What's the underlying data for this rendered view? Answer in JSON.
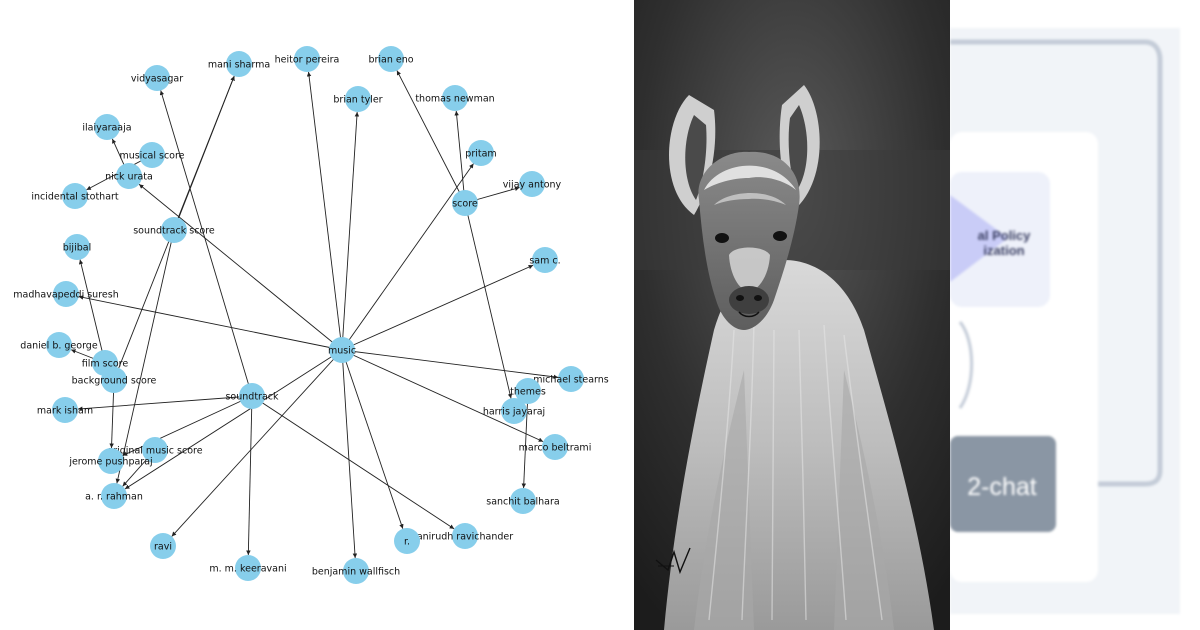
{
  "graph": {
    "node_color": "#87ceeb",
    "edge_color": "#222222",
    "nodes": [
      {
        "id": "music",
        "label": "music"
      },
      {
        "id": "soundtrack",
        "label": "soundtrack"
      },
      {
        "id": "score",
        "label": "score"
      },
      {
        "id": "soundtrack_score",
        "label": "soundtrack  score"
      },
      {
        "id": "vidyasagar",
        "label": "vidyasagar"
      },
      {
        "id": "mani_sharma",
        "label": "mani sharma"
      },
      {
        "id": "heitor_pereira",
        "label": "heitor pereira"
      },
      {
        "id": "brian_eno",
        "label": "brian eno"
      },
      {
        "id": "brian_tyler",
        "label": "brian tyler"
      },
      {
        "id": "thomas_newman",
        "label": "thomas newman"
      },
      {
        "id": "ilaiyaraaja",
        "label": "ilaiyaraaja"
      },
      {
        "id": "musical_score",
        "label": "musical  score"
      },
      {
        "id": "nick_urata",
        "label": "nick urata"
      },
      {
        "id": "incidental_stothart",
        "label": "incidental  stothart"
      },
      {
        "id": "pritam",
        "label": "pritam"
      },
      {
        "id": "vijay_antony",
        "label": "vijay antony"
      },
      {
        "id": "bijibal",
        "label": "bijibal"
      },
      {
        "id": "sam_c",
        "label": "sam c."
      },
      {
        "id": "madhavapeddi_suresh",
        "label": "madhavapeddi suresh"
      },
      {
        "id": "daniel_b_george",
        "label": "daniel b. george"
      },
      {
        "id": "film_score",
        "label": "film score"
      },
      {
        "id": "background_score",
        "label": "background score"
      },
      {
        "id": "michael_stearns",
        "label": "michael stearns"
      },
      {
        "id": "themes",
        "label": "themes"
      },
      {
        "id": "harris_jayaraj",
        "label": "harris jayaraj"
      },
      {
        "id": "mark_isham",
        "label": "mark isham"
      },
      {
        "id": "marco_beltrami",
        "label": "marco beltrami"
      },
      {
        "id": "original_music_score",
        "label": "original music score"
      },
      {
        "id": "jerome_pushparaj",
        "label": "jerome pushparaj"
      },
      {
        "id": "a_r_rahman",
        "label": "a. r. rahman"
      },
      {
        "id": "sanchit_balhara",
        "label": "sanchit balhara"
      },
      {
        "id": "anirudh_ravichander",
        "label": "anirudh ravichander"
      },
      {
        "id": "r",
        "label": "r."
      },
      {
        "id": "ravi",
        "label": "ravi"
      },
      {
        "id": "m_m_keeravani",
        "label": "m. m. keeravani"
      },
      {
        "id": "benjamin_wallfisch",
        "label": "benjamin wallfisch"
      }
    ],
    "edges": [
      [
        "music",
        "heitor_pereira"
      ],
      [
        "music",
        "brian_tyler"
      ],
      [
        "music",
        "pritam"
      ],
      [
        "music",
        "sam_c"
      ],
      [
        "music",
        "madhavapeddi_suresh"
      ],
      [
        "music",
        "nick_urata"
      ],
      [
        "music",
        "michael_stearns"
      ],
      [
        "music",
        "marco_beltrami"
      ],
      [
        "music",
        "benjamin_wallfisch"
      ],
      [
        "music",
        "r"
      ],
      [
        "music",
        "ravi"
      ],
      [
        "music",
        "a_r_rahman"
      ],
      [
        "soundtrack",
        "vidyasagar"
      ],
      [
        "soundtrack",
        "mark_isham"
      ],
      [
        "soundtrack",
        "m_m_keeravani"
      ],
      [
        "soundtrack",
        "anirudh_ravichander"
      ],
      [
        "soundtrack",
        "jerome_pushparaj"
      ],
      [
        "score",
        "brian_eno"
      ],
      [
        "score",
        "thomas_newman"
      ],
      [
        "score",
        "vijay_antony"
      ],
      [
        "score",
        "harris_jayaraj"
      ],
      [
        "soundtrack_score",
        "mani_sharma"
      ],
      [
        "soundtrack_score",
        "a_r_rahman"
      ],
      [
        "musical_score",
        "incidental_stothart"
      ],
      [
        "nick_urata",
        "ilaiyaraaja"
      ],
      [
        "film_score",
        "bijibal"
      ],
      [
        "film_score",
        "daniel_b_george"
      ],
      [
        "background_score",
        "mani_sharma"
      ],
      [
        "background_score",
        "jerome_pushparaj"
      ],
      [
        "original_music_score",
        "a_r_rahman"
      ],
      [
        "themes",
        "sanchit_balhara"
      ]
    ]
  },
  "photo": {
    "signature": "M"
  },
  "diagram": {
    "box_label_line1": "al Policy",
    "box_label_line2": "ization",
    "chat_label": "2-chat",
    "accent_color": "#c9ccf7",
    "chat_box_color": "#8a96a4"
  }
}
